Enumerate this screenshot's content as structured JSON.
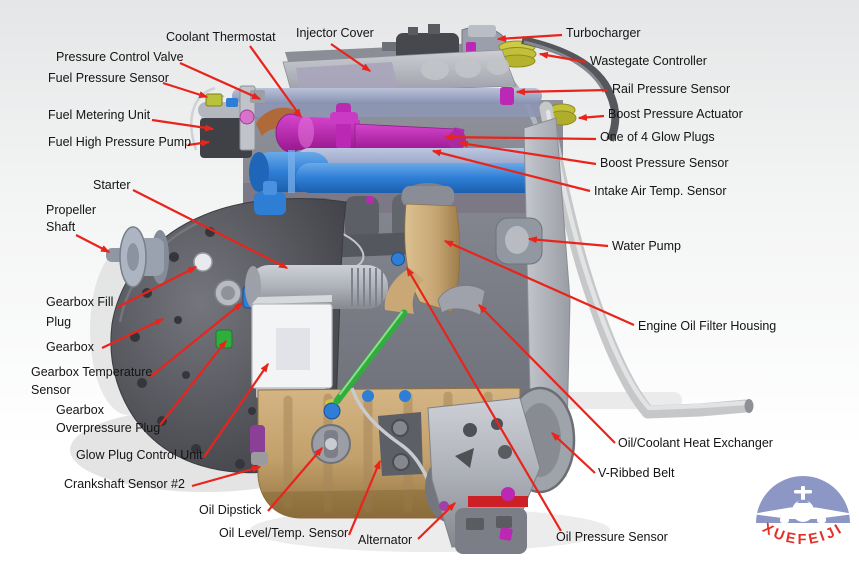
{
  "diagram": {
    "type": "labeled-engine-diagram",
    "subject": "Aircraft diesel engine side view with component callouts",
    "accent_color": "#e8241c",
    "label_color": "#141414",
    "labels": [
      {
        "id": "coolant-thermostat",
        "lines": [
          "Coolant Thermostat"
        ]
      },
      {
        "id": "injector-cover",
        "lines": [
          "Injector Cover"
        ]
      },
      {
        "id": "pressure-control-valve",
        "lines": [
          "Pressure Control Valve"
        ]
      },
      {
        "id": "fuel-pressure-sensor",
        "lines": [
          "Fuel Pressure Sensor"
        ]
      },
      {
        "id": "fuel-metering-unit",
        "lines": [
          "Fuel Metering Unit"
        ]
      },
      {
        "id": "fuel-high-pressure-pump",
        "lines": [
          "Fuel High Pressure Pump"
        ]
      },
      {
        "id": "starter",
        "lines": [
          "Starter"
        ]
      },
      {
        "id": "propeller-shaft",
        "lines": [
          "Propeller",
          "Shaft"
        ]
      },
      {
        "id": "turbocharger",
        "lines": [
          "Turbocharger"
        ]
      },
      {
        "id": "wastegate-controller",
        "lines": [
          "Wastegate Controller"
        ]
      },
      {
        "id": "rail-pressure-sensor",
        "lines": [
          "Rail Pressure Sensor"
        ]
      },
      {
        "id": "boost-pressure-actuator",
        "lines": [
          "Boost Pressure Actuator"
        ]
      },
      {
        "id": "one-of-4-glow-plugs",
        "lines": [
          "One of 4 Glow Plugs"
        ]
      },
      {
        "id": "boost-pressure-sensor",
        "lines": [
          "Boost Pressure Sensor"
        ]
      },
      {
        "id": "intake-air-temp-sensor",
        "lines": [
          "Intake Air Temp. Sensor"
        ]
      },
      {
        "id": "water-pump",
        "lines": [
          "Water Pump"
        ]
      },
      {
        "id": "gearbox-fill-plug",
        "lines": [
          "Gearbox Fill",
          "Plug"
        ]
      },
      {
        "id": "gearbox",
        "lines": [
          "Gearbox"
        ]
      },
      {
        "id": "engine-oil-filter-housing",
        "lines": [
          "Engine Oil Filter Housing"
        ]
      },
      {
        "id": "gearbox-temperature-sensor",
        "lines": [
          "Gearbox Temperature",
          "Sensor"
        ]
      },
      {
        "id": "gearbox-overpressure-plug",
        "lines": [
          "Gearbox",
          "Overpressure Plug"
        ]
      },
      {
        "id": "glow-plug-control-unit",
        "lines": [
          "Glow Plug Control Unit"
        ]
      },
      {
        "id": "crankshaft-sensor-2",
        "lines": [
          "Crankshaft Sensor #2"
        ]
      },
      {
        "id": "oil-dipstick",
        "lines": [
          "Oil Dipstick"
        ]
      },
      {
        "id": "oil-level-temp-sensor",
        "lines": [
          "Oil Level/Temp. Sensor"
        ]
      },
      {
        "id": "alternator",
        "lines": [
          "Alternator"
        ]
      },
      {
        "id": "oil-pressure-sensor",
        "lines": [
          "Oil Pressure Sensor"
        ]
      },
      {
        "id": "oil-coolant-heat-exchanger",
        "lines": [
          "Oil/Coolant Heat Exchanger"
        ]
      },
      {
        "id": "v-ribbed-belt",
        "lines": [
          "V-Ribbed Belt"
        ]
      }
    ],
    "logo": {
      "text": "XUEFEIJI",
      "text_color": "#e23028",
      "dome_color": "#8d97c6"
    }
  }
}
